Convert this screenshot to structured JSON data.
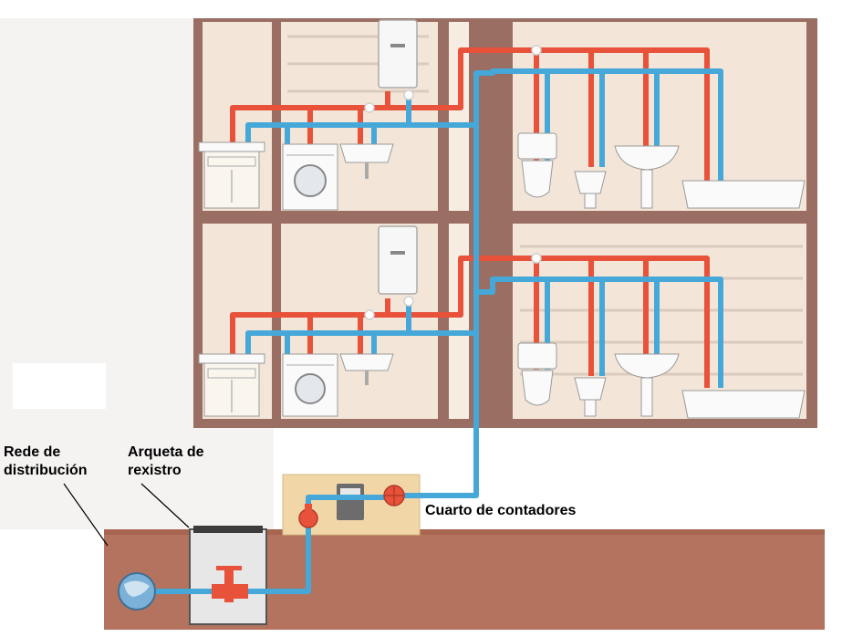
{
  "labels": {
    "distribution_network": [
      "Rede de",
      "distribución"
    ],
    "inspection_box": [
      "Arqueta de",
      "rexistro"
    ],
    "meter_room": "Cuarto de contadores"
  },
  "colors": {
    "hot_water_pipe": "#e8513a",
    "cold_water_pipe": "#45a8d8",
    "walls": "#9a6e62",
    "rooms": "#f3e6d8",
    "ground": "#b3735e",
    "meter_room_bg": "#f1d6a8"
  }
}
